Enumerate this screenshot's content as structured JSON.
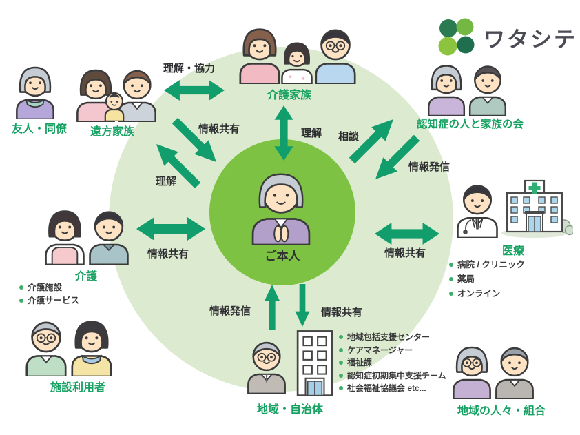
{
  "logo": {
    "text": "ワタシテ",
    "icon": "four-circle-clover"
  },
  "center": {
    "label": "ご本人"
  },
  "groups": {
    "friends": {
      "label": "友人・同僚"
    },
    "distant_family": {
      "label": "遠方家族"
    },
    "caregiving_family": {
      "label": "介護家族"
    },
    "dementia_association": {
      "label": "認知症の人と家族の会"
    },
    "medical": {
      "label": "医療",
      "bullets": [
        "病院 / クリニック",
        "薬局",
        "オンライン"
      ]
    },
    "care": {
      "label": "介護",
      "bullets": [
        "介護施設",
        "介護サービス"
      ]
    },
    "facility_users": {
      "label": "施設利用者"
    },
    "municipality": {
      "label": "地域・自治体",
      "bullets": [
        "地域包括支援センター",
        "ケアマネージャー",
        "福祉課",
        "認知症初期集中支援チーム",
        "社会福祉協議会 etc..."
      ]
    },
    "community": {
      "label": "地域の人々・組合"
    }
  },
  "arrows": {
    "family_cooperation": {
      "label": "理解・協力",
      "direction": "both"
    },
    "distant_info_sharing": {
      "label": "情報共有",
      "direction": "to-center"
    },
    "distant_understanding": {
      "label": "理解",
      "direction": "from-center"
    },
    "family_understanding": {
      "label": "理解",
      "direction": "both"
    },
    "association_consult": {
      "label": "相談",
      "direction": "from-center"
    },
    "association_info": {
      "label": "情報発信",
      "direction": "to-center"
    },
    "medical_info_sharing": {
      "label": "情報共有",
      "direction": "both"
    },
    "care_info_sharing": {
      "label": "情報共有",
      "direction": "both"
    },
    "municipality_info_out": {
      "label": "情報発信",
      "direction": "from-center"
    },
    "municipality_info_in": {
      "label": "情報共有",
      "direction": "to-center"
    }
  },
  "icons": {
    "hospital": "hospital-building",
    "municipal_building": "office-building"
  },
  "colors": {
    "accent_green": "#17a263",
    "arrow_green": "#129d6d",
    "inner_circle": "#7dc243",
    "outer_circle": "#dcebcf",
    "logo_dark_green": "#2a7a52",
    "logo_light_green": "#82c041",
    "text_dark": "#303034"
  }
}
